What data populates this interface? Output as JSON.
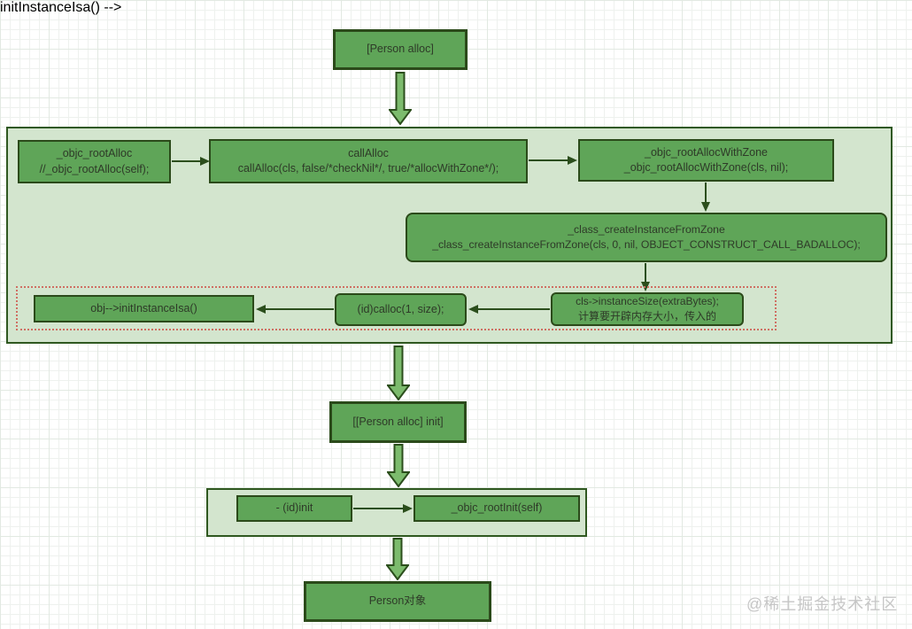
{
  "palette": {
    "box_fill": "#5fa558",
    "box_border": "#2b4a1a",
    "container_fill": "#d3e5ce",
    "container_border": "#2f5820",
    "fat_arrow_fill": "#7cbb6d",
    "connector_color": "#2b4e1c",
    "dotted_zone_border": "#cf6f63",
    "text_color": "#2e3a28",
    "watermark_color": "#c6c6c6"
  },
  "nodes": {
    "person_alloc": "[Person alloc]",
    "root_alloc_title": "_objc_rootAlloc",
    "root_alloc_sub": "//_objc_rootAlloc(self);",
    "call_alloc_title": "callAlloc",
    "call_alloc_sub": "callAlloc(cls, false/*checkNil*/, true/*allocWithZone*/);",
    "alloc_with_zone_title": "_objc_rootAllocWithZone",
    "alloc_with_zone_sub": "_objc_rootAllocWithZone(cls, nil);",
    "create_instance_title": "_class_createInstanceFromZone",
    "create_instance_sub": "_class_createInstanceFromZone(cls, 0, nil, OBJECT_CONSTRUCT_CALL_BADALLOC);",
    "init_instance_isa": "obj-->initInstanceIsa()",
    "calloc": "(id)calloc(1, size);",
    "instance_size_line1": "cls->instanceSize(extraBytes);",
    "instance_size_line2": "计算要开辟内存大小，传入的",
    "person_alloc_init": "[[Person alloc] init]",
    "id_init": "- (id)init",
    "root_init": "_objc_rootInit(self)",
    "person_object": "Person对象"
  },
  "watermark": "@稀土掘金技术社区"
}
